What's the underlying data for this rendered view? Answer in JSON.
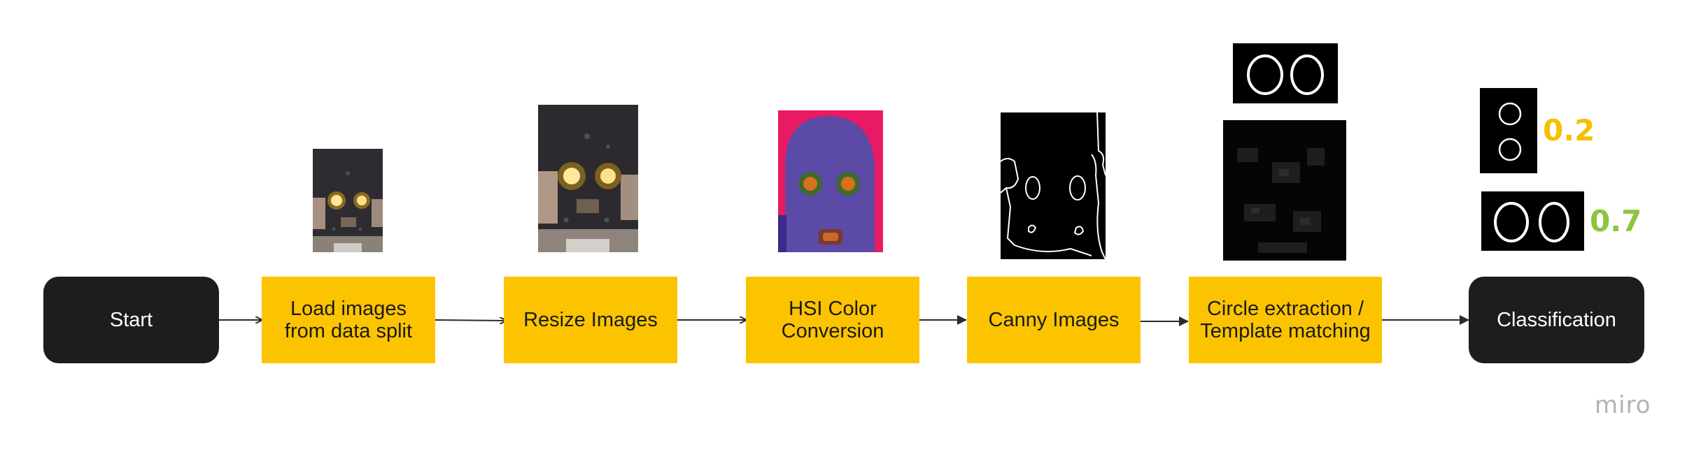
{
  "nodes": {
    "start": "Start",
    "load": "Load images\nfrom data split",
    "resize": "Resize Images",
    "hsi": "HSI Color\nConversion",
    "canny": "Canny Images",
    "circle": "Circle extraction /\nTemplate matching",
    "classification": "Classification"
  },
  "scores": {
    "upper": "0.2",
    "lower": "0.7"
  },
  "colors": {
    "step": "#fcc400",
    "terminal": "#1d1d1d",
    "score_upper": "#f5c000",
    "score_lower": "#8cc63f"
  },
  "branding": "miro"
}
